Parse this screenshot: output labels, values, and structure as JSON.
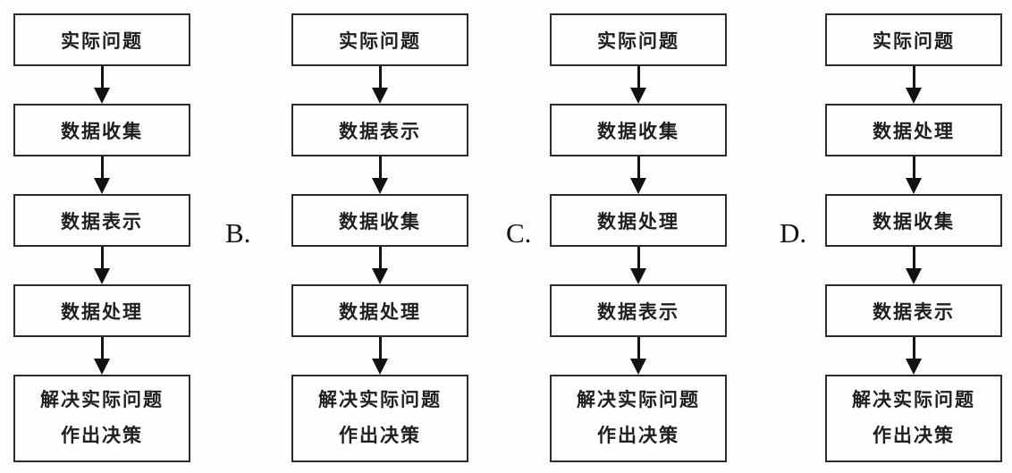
{
  "charts": [
    {
      "option_label": "",
      "steps": [
        "实际问题",
        "数据收集",
        "数据表示",
        "数据处理"
      ],
      "final_line1": "解决实际问题",
      "final_line2": "作出决策"
    },
    {
      "option_label": "B.",
      "steps": [
        "实际问题",
        "数据表示",
        "数据收集",
        "数据处理"
      ],
      "final_line1": "解决实际问题",
      "final_line2": "作出决策"
    },
    {
      "option_label": "C.",
      "steps": [
        "实际问题",
        "数据收集",
        "数据处理",
        "数据表示"
      ],
      "final_line1": "解决实际问题",
      "final_line2": "作出决策"
    },
    {
      "option_label": "D.",
      "steps": [
        "实际问题",
        "数据处理",
        "数据收集",
        "数据表示"
      ],
      "final_line1": "解决实际问题",
      "final_line2": "作出决策"
    }
  ],
  "colors": {
    "box_border": "#2b2b2b",
    "text": "#1f1f1f",
    "arrow": "#121212",
    "background": "#fdfdfd"
  }
}
